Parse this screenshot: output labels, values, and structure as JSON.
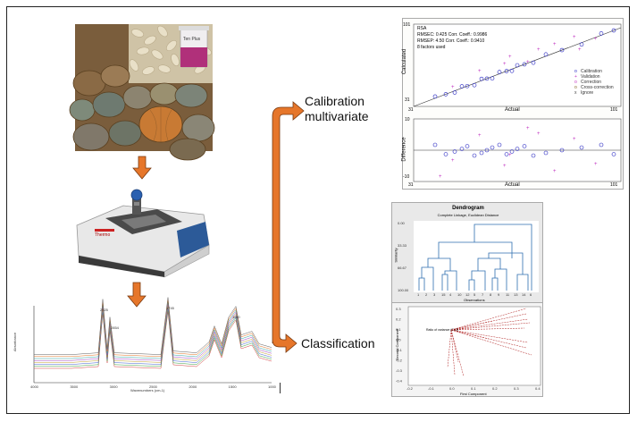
{
  "flow": {
    "branch_top_label_line1": "Calibration",
    "branch_top_label_line2": "multivariate",
    "branch_bottom_label": "Classification"
  },
  "photo": {
    "jar_text": "Ten Plus"
  },
  "instrument": {
    "brand_text": "Thermo"
  },
  "spectrum": {
    "xlabel": "Wavenumbers (cm-1)",
    "ylabel": "Absorbance",
    "x_ticks": [
      "4000",
      "3500",
      "3000",
      "2500",
      "2000",
      "1500",
      "1000"
    ],
    "peak_labels": [
      "2925",
      "2854",
      "1745",
      "1160"
    ]
  },
  "calibration_plot": {
    "legend_title": "RSA",
    "stats_line1": "RMSEC: 0.425   Corr. Coeff.: 0.9986",
    "stats_line2": "RMSEP: 4.50   Corr. Coeff.: 0.9410",
    "stats_line3": "8 factors used",
    "ylabel": "Calculated",
    "xlabel": "Actual",
    "x_min_label": "31",
    "x_max_label": "101",
    "y_max_label": "101",
    "y_min_label": "31",
    "legend": [
      "Calibration",
      "Validation",
      "Correction",
      "Cross-correction",
      "Ignore"
    ]
  },
  "difference_plot": {
    "ylabel": "Difference",
    "xlabel": "Actual",
    "x_min_label": "31",
    "x_max_label": "101",
    "y_max_label": "10",
    "y_min_label": "-10"
  },
  "dendrogram": {
    "title": "Dendrogram",
    "subtitle": "Complete Linkage, Euclidean Distance",
    "ylabel": "Similarity",
    "xlabel": "Observations",
    "y_ticks": [
      "0.00",
      "33.33",
      "66.67",
      "100.00"
    ],
    "x_ticks": [
      "1",
      "2",
      "3",
      "15",
      "4",
      "10",
      "12",
      "5",
      "7",
      "8",
      "9",
      "11",
      "13",
      "14",
      "6"
    ]
  },
  "loading_plot": {
    "xlabel": "First Component",
    "ylabel": "Second Component",
    "x_ticks": [
      "-0.2",
      "-0.1",
      "0.0",
      "0.1",
      "0.2",
      "0.3",
      "0.4"
    ],
    "y_ticks": [
      "0.3",
      "0.2",
      "0.1",
      "0.0",
      "-0.1",
      "-0.2",
      "-0.3",
      "-0.4"
    ],
    "annotation": "Ratio of variance (C=2)"
  },
  "colors": {
    "arrow": "#E6762A",
    "arrow_edge": "#7a3a10",
    "dendro_line": "#2E6FB0",
    "plot_blue": "#2020c0",
    "plot_magenta": "#c030c0",
    "loading_red": "#b02020"
  }
}
